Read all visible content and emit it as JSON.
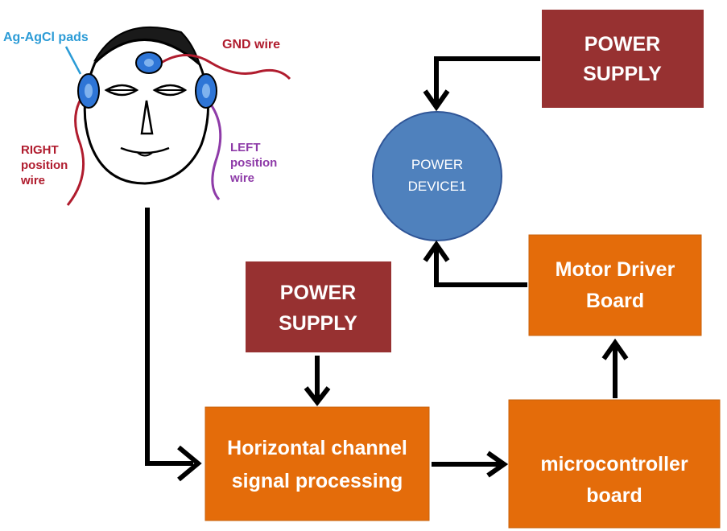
{
  "colors": {
    "power_supply_fill": "#973131",
    "orange_fill": "#E46C0A",
    "orange_border": "#C9620A",
    "circle_fill": "#4F81BD",
    "circle_stroke": "#2F5597",
    "arrow": "#000000",
    "pad_blue": "#2E75D6",
    "label_blue": "#2B9BD6",
    "gnd_red": "#B01C2E",
    "right_red": "#B01C2E",
    "left_purple": "#8E3BA8"
  },
  "face_labels": {
    "pads": "Ag-AgCl pads",
    "gnd": "GND wire",
    "right_line1": "RIGHT",
    "right_line2": "position",
    "right_line3": "wire",
    "left_line1": "LEFT",
    "left_line2": "position",
    "left_line3": "wire"
  },
  "power_supply_top": {
    "line1": "POWER",
    "line2": "SUPPLY"
  },
  "power_supply_mid": {
    "line1": "POWER",
    "line2": "SUPPLY"
  },
  "power_device": {
    "line1": "POWER",
    "line2": "DEVICE1"
  },
  "motor_driver": {
    "line1": "Motor  Driver",
    "line2": "Board"
  },
  "horizontal_channel": {
    "line1": "Horizontal  channel",
    "line2": "signal  processing"
  },
  "microcontroller": {
    "line1": "microcontroller",
    "line2": "board"
  }
}
